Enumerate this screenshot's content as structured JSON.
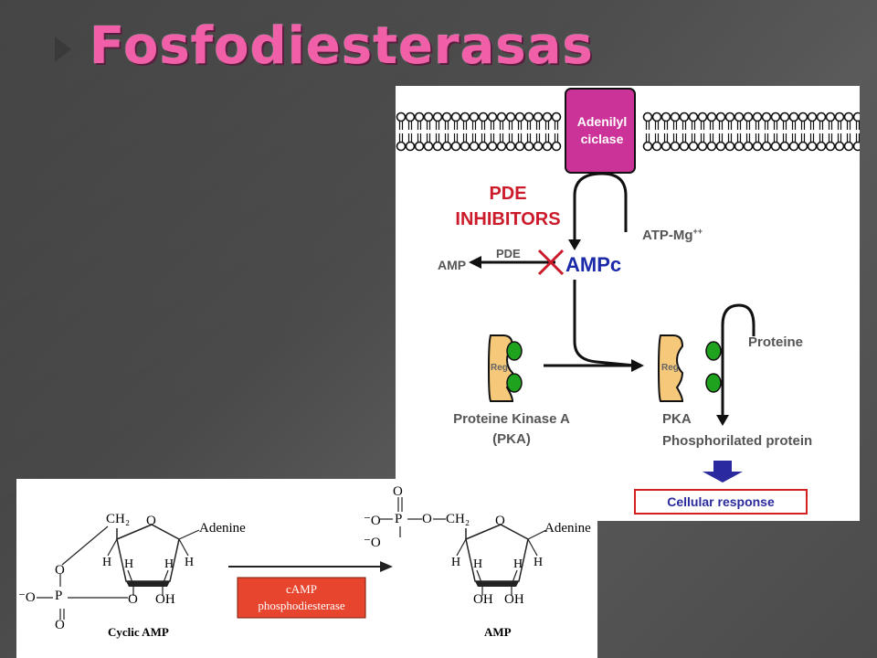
{
  "slide": {
    "title": "Fosfodiesterasas"
  },
  "signaling_diagram": {
    "enzyme_line1": "Adenilyl",
    "enzyme_line2": "ciclase",
    "inhibitors_line1": "PDE",
    "inhibitors_line2": "INHIBITORS",
    "atp": "ATP-Mg",
    "atp_sup": "++",
    "pde": "PDE",
    "amp": "AMP",
    "ampc": "AMPc",
    "reg_left": "Reg",
    "reg_right": "Reg",
    "pka_left_line1": "Proteine Kinase A",
    "pka_left_line2": "(PKA)",
    "pka_right": "PKA",
    "proteine": "Proteine",
    "phosphorilated": "Phosphorilated protein",
    "cellular_response": "Cellular response",
    "colors": {
      "enzyme": "#cc3399",
      "inhibitor_text": "#cc1a2a",
      "ampc_text": "#1a2aa8",
      "pka_body": "#f5c87a",
      "reg_subunit": "#1fa31f",
      "response_arrow": "#2a2a9e",
      "response_border": "#d42020"
    }
  },
  "reaction_diagram": {
    "cyclic_label": "Cyclic AMP",
    "product_label": "AMP",
    "enzyme_line1": "cAMP",
    "enzyme_line2": "phosphodiesterase",
    "ch2_left": "CH₂",
    "ch2_right": "CH₂",
    "o_ring_left": "O",
    "o_ring_right": "O",
    "adenine_left": "Adenine",
    "adenine_right": "Adenine",
    "h": "H",
    "oh": "OH",
    "o": "O",
    "p": "P",
    "o_minus": "⁻O",
    "o_minus_left": "⁻O",
    "colors": {
      "enzyme_box": "#e8452e"
    }
  }
}
